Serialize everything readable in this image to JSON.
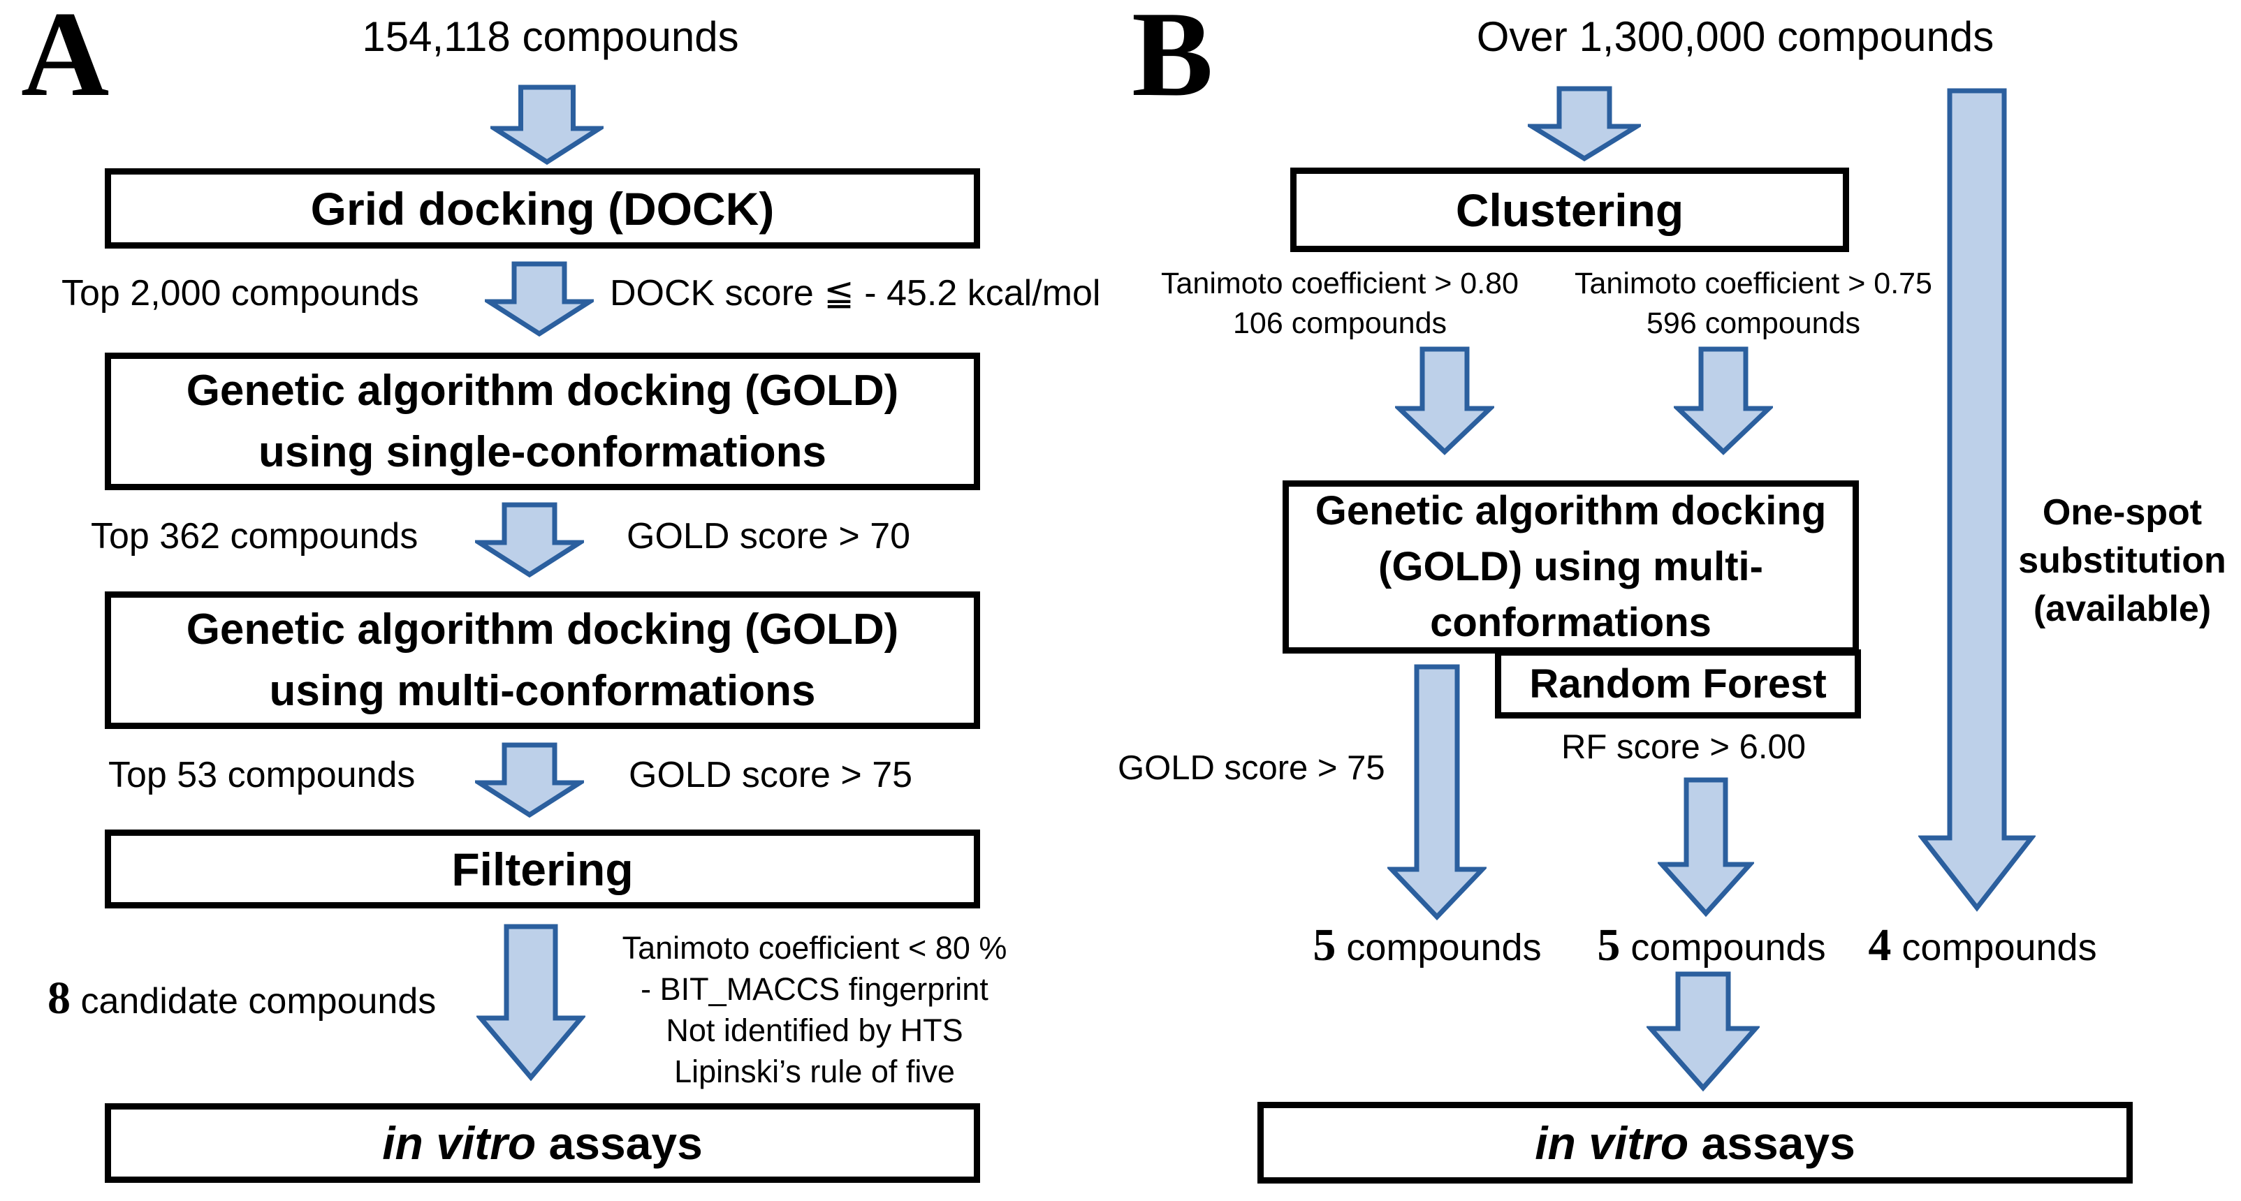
{
  "panel_a": {
    "label": "A",
    "source_count": "154,118 compounds",
    "box_grid_docking": "Grid docking (DOCK)",
    "box_gold_single": {
      "line1": "Genetic algorithm docking (GOLD)",
      "line2": "using single-conformations"
    },
    "box_gold_multi": {
      "line1": "Genetic algorithm docking (GOLD)",
      "line2": "using multi-conformations"
    },
    "box_filtering": "Filtering",
    "box_invitro": {
      "italic": "in vitro",
      "rest": " assays"
    },
    "step1": {
      "left": "Top 2,000 compounds",
      "right": "DOCK score ≦ - 45.2 kcal/mol"
    },
    "step2": {
      "left": "Top 362 compounds",
      "right": "GOLD score > 70"
    },
    "step3": {
      "left": "Top 53 compounds",
      "right": "GOLD score > 75"
    },
    "result": {
      "num": "8",
      "label": " candidate compounds"
    },
    "filter_criteria": {
      "line1": "Tanimoto coefficient < 80 %",
      "line2": "- BIT_MACCS fingerprint",
      "line3": "Not identified by HTS",
      "line4": "Lipinski’s rule of five"
    }
  },
  "panel_b": {
    "label": "B",
    "source_count": "Over 1,300,000 compounds",
    "box_clustering": "Clustering",
    "box_gold_multi": {
      "line1": "Genetic algorithm docking",
      "line2": "(GOLD) using multi-",
      "line3": "conformations"
    },
    "box_random_forest": "Random Forest",
    "box_invitro": {
      "italic": "in vitro",
      "rest": " assays"
    },
    "branch_left": {
      "line1": "Tanimoto coefficient > 0.80",
      "line2": "106 compounds"
    },
    "branch_right": {
      "line1": "Tanimoto coefficient > 0.75",
      "line2": "596 compounds"
    },
    "gold_score": "GOLD score > 75",
    "rf_score": "RF score > 6.00",
    "one_spot": {
      "line1": "One-spot",
      "line2": "substitution",
      "line3": "(available)"
    },
    "result_left": {
      "num": "5",
      "label": " compounds"
    },
    "result_mid": {
      "num": "5",
      "label": " compounds"
    },
    "result_right": {
      "num": "4",
      "label": " compounds"
    }
  },
  "colors": {
    "arrow_fill": "#bdd0e9",
    "arrow_stroke": "#2b5f9e",
    "box_border": "#000000"
  }
}
